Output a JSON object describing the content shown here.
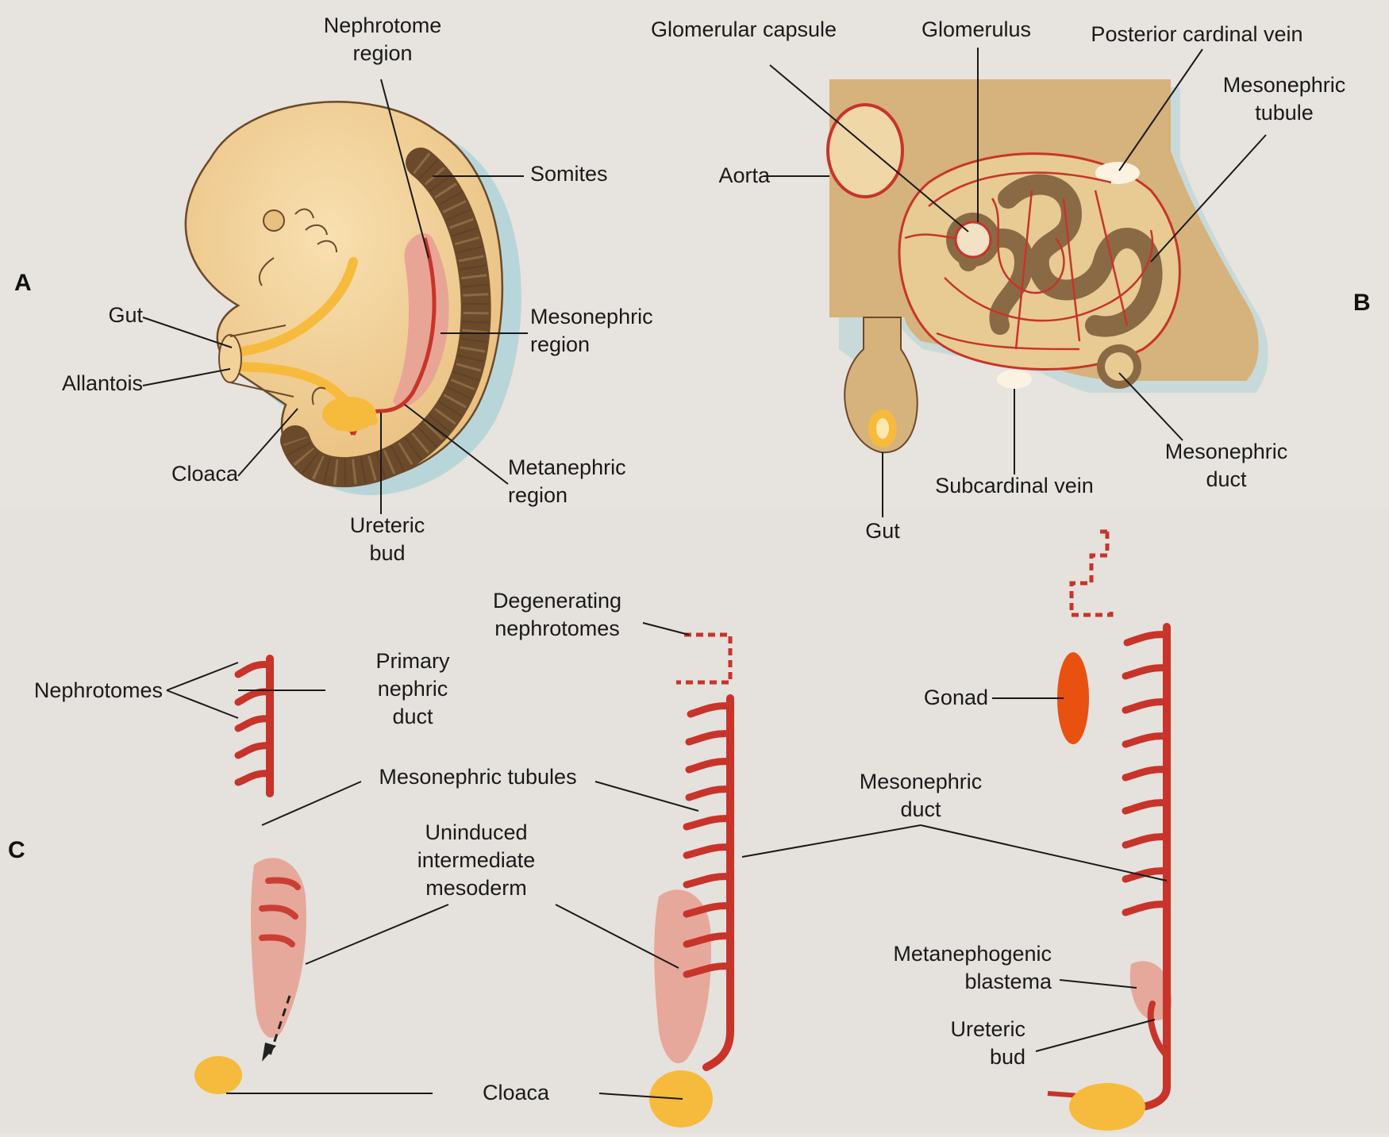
{
  "panels": {
    "a": "A",
    "b": "B",
    "c": "C"
  },
  "panel_a": {
    "nephrotome_region": [
      "Nephrotome",
      "region"
    ],
    "somites": "Somites",
    "gut": "Gut",
    "allantois": "Allantois",
    "cloaca": "Cloaca",
    "mesonephric_region": [
      "Mesonephric",
      "region"
    ],
    "metanephric_region": [
      "Metanephric",
      "region"
    ],
    "ureteric_bud": [
      "Ureteric",
      "bud"
    ]
  },
  "panel_b": {
    "glomerular_capsule": "Glomerular capsule",
    "glomerulus": "Glomerulus",
    "posterior_cardinal_vein": "Posterior cardinal vein",
    "mesonephric_tubule": [
      "Mesonephric",
      "tubule"
    ],
    "aorta": "Aorta",
    "mesonephric_duct": [
      "Mesonephric",
      "duct"
    ],
    "subcardinal_vein": "Subcardinal vein",
    "gut": "Gut"
  },
  "panel_c": {
    "degenerating_nephrotomes": [
      "Degenerating",
      "nephrotomes"
    ],
    "nephrotomes": "Nephrotomes",
    "primary_nephric_duct": [
      "Primary",
      "nephric",
      "duct"
    ],
    "mesonephric_tubules": "Mesonephric tubules",
    "uninduced_intermediate_mesoderm": [
      "Uninduced",
      "intermediate",
      "mesoderm"
    ],
    "cloaca": "Cloaca",
    "gonad": "Gonad",
    "mesonephric_duct": [
      "Mesonephric",
      "duct"
    ],
    "metanephogenic_blastema": [
      "Metanephogenic",
      "blastema"
    ],
    "ureteric_bud": [
      "Ureteric",
      "bud"
    ]
  },
  "colors": {
    "duct_red": "#c8342a",
    "embryo_tan": "#f3d29a",
    "somite_brown": "#6b4a2b",
    "gut_yellow": "#f6bb3c",
    "mesoderm_pink": "#e6a89a",
    "section_tan": "#d6b27c",
    "tubule_brown": "#8a6a44",
    "gonad_orange": "#e8510f"
  }
}
